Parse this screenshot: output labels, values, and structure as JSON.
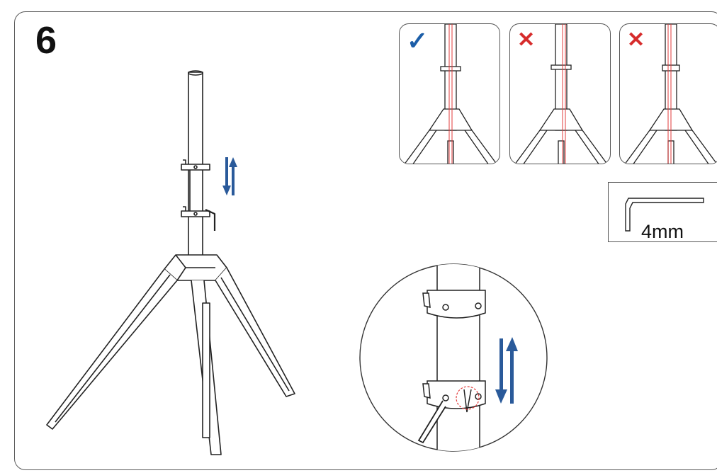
{
  "step": {
    "number": "6"
  },
  "panels": [
    {
      "status": "correct",
      "mark": "✓"
    },
    {
      "status": "wrong",
      "mark": "✕"
    },
    {
      "status": "wrong",
      "mark": "✕"
    }
  ],
  "tool": {
    "size_label": "4mm",
    "icon": "hex-key-icon"
  },
  "colors": {
    "arrow": "#2a5a9a",
    "correct": "#1c5ea8",
    "wrong": "#d62b2b",
    "guide": "#e23b3b",
    "line": "#222222"
  }
}
